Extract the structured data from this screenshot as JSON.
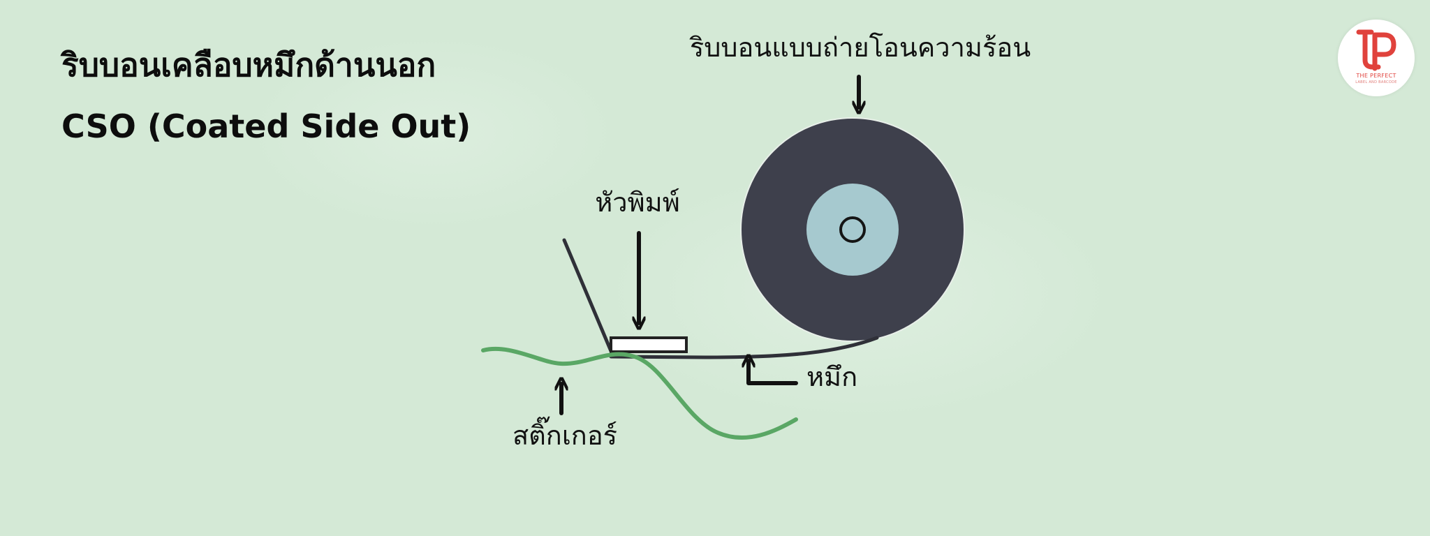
{
  "title": {
    "thai": "ริบบอนเคลือบหมึกด้านนอก",
    "english": "CSO (Coated Side Out)"
  },
  "labels": {
    "ribbon_roll": "ริบบอนแบบถ่ายโอนความร้อน",
    "print_head": "หัวพิมพ์",
    "ink": "หมึก",
    "sticker": "สติ๊กเกอร์"
  },
  "logo": {
    "name": "THE PERFECT",
    "tagline": "LABEL AND BARCODE",
    "icon": "tp-monogram-icon"
  },
  "colors": {
    "background": "#d4e9d6",
    "roll": "#3e404c",
    "core": "#a6c9cf",
    "sticker": "#5aa765",
    "brand": "#e0423c"
  }
}
